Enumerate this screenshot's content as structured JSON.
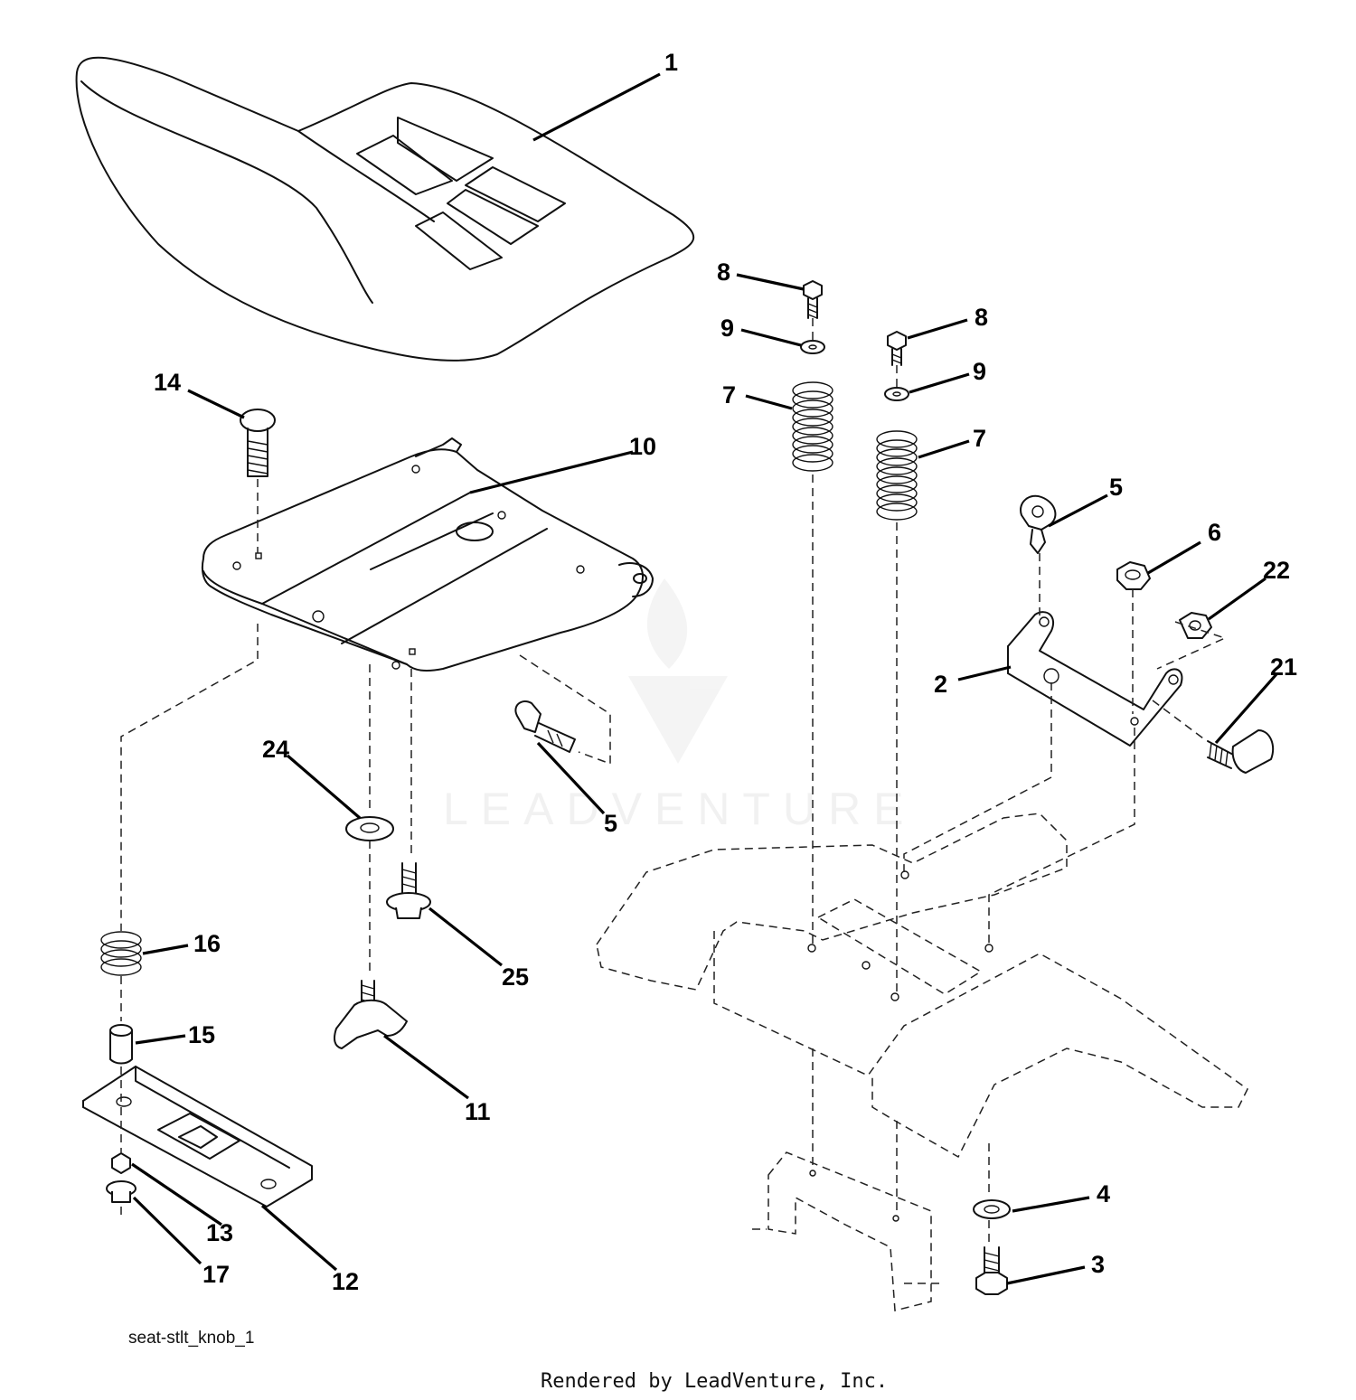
{
  "diagram_id": "seat-stlt_knob_1",
  "credit": "Rendered by LeadVenture, Inc.",
  "watermark": "LEADVENTURE",
  "callouts": [
    "1",
    "2",
    "3",
    "4",
    "5",
    "5",
    "6",
    "7",
    "7",
    "8",
    "8",
    "9",
    "9",
    "10",
    "11",
    "12",
    "13",
    "14",
    "15",
    "16",
    "17",
    "21",
    "22",
    "24",
    "25"
  ]
}
